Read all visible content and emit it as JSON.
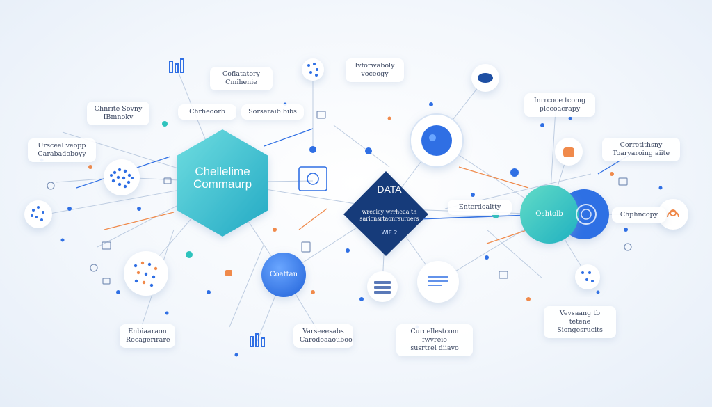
{
  "diagram": {
    "hexagon_label": "Chellelime\nCommaurp",
    "diamond_title": "DATA",
    "diamond_subtitle": "wrecicy wrrheaa th\nsaricnsrtaonrsuroers",
    "diamond_footer": "WIE 2",
    "circle_blue_label": "Coattan",
    "circle_teal_label": "Oshtolb",
    "labels": [
      "Coflatatory\nCmihenie",
      "Ivforwaboly\nvoceogy",
      "Chnrite Sovny\nIBmnoky",
      "Chrheoorb",
      "Sorseraib bibs",
      "Ursceel veopp\nCarabadoboyy",
      "Inrrcooe tcomg\nplecoacrapy",
      "Corretithsny\nToarvaroing aiite",
      "Enterdoaltty",
      "Chphncopy",
      "Enbiaaraon\nRocagerirare",
      "Varseeesabs\nCarodoaaouboo",
      "Curcellestcom fwvreio\nsusrtrel diiavo",
      "Vevsaang tb tetene\nSiongesrucits"
    ]
  },
  "colors": {
    "hexagon_start": "#5fd3d6",
    "hexagon_end": "#2bb7c7",
    "diamond": "#163a7a",
    "blue_circle": "#3f86ea",
    "teal_circle": "#2ec3bd",
    "accent_orange": "#f08a4b",
    "accent_blue": "#2f6fe4",
    "line": "#b8c8de"
  }
}
